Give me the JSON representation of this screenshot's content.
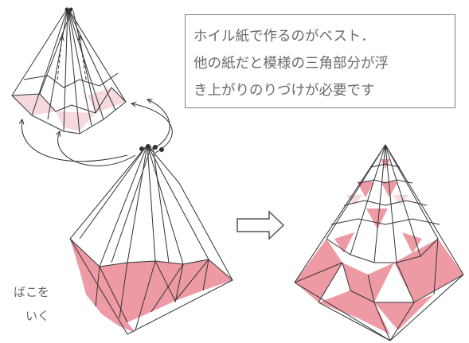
{
  "note": {
    "lines": [
      "ホイル紙で作るのがベスト．",
      "他の紙だと模様の三角部分が浮",
      "き上がりのりづけが必要です"
    ]
  },
  "cut_text": {
    "lines": [
      "ばこを",
      "いく"
    ]
  },
  "colors": {
    "pink": "#ee9aa5",
    "light_pink": "#f6d9dc",
    "line": "#333333",
    "text": "#6a6a6a"
  },
  "icons": {
    "arrow": "right-outline-arrow",
    "curved_arrows": "curved-arrow-up"
  }
}
